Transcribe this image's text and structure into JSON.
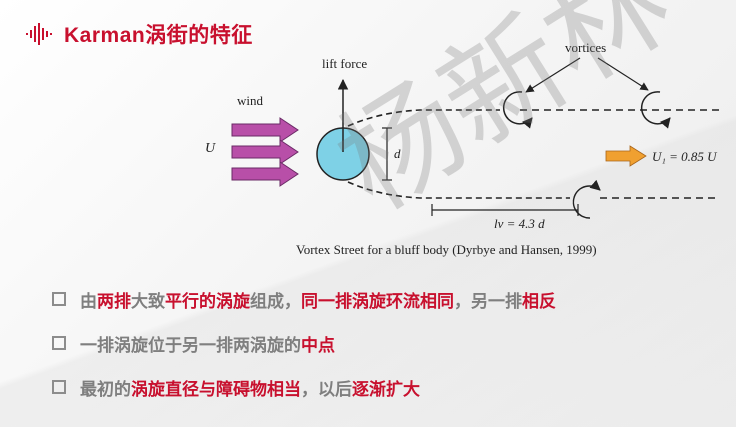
{
  "title": "Karman涡街的特征",
  "diagram": {
    "wind_label": "wind",
    "u_label": "U",
    "lift_label": "lift force",
    "d_label": "d",
    "vortices_label": "vortices",
    "lv_label": "lv = 4.3 d",
    "u1_label": "U₁ = 0.85 U"
  },
  "caption": "Vortex Street for a bluff body (Dyrbye and Hansen, 1999)",
  "watermark": "杨新林",
  "colors": {
    "accent": "#c8102e",
    "body_text": "#7f7f7f",
    "cylinder": "#7ed1e6",
    "arrow_fill": "#b84fa8",
    "flow_arrow": "#f0a030"
  },
  "bullets": [
    [
      {
        "text": "由",
        "red": false
      },
      {
        "text": "两排",
        "red": true
      },
      {
        "text": "大致",
        "red": false
      },
      {
        "text": "平行的涡旋",
        "red": true
      },
      {
        "text": "组成，",
        "red": false
      },
      {
        "text": "同一排涡旋环流相同",
        "red": true
      },
      {
        "text": "，另一排",
        "red": false
      },
      {
        "text": "相反",
        "red": true
      }
    ],
    [
      {
        "text": "一排涡旋位于另一排两涡旋的",
        "red": false
      },
      {
        "text": "中点",
        "red": true
      }
    ],
    [
      {
        "text": "最初的",
        "red": false
      },
      {
        "text": "涡旋直径与障碍物相当",
        "red": true
      },
      {
        "text": "，以后",
        "red": false
      },
      {
        "text": "逐渐扩大",
        "red": true
      }
    ]
  ]
}
